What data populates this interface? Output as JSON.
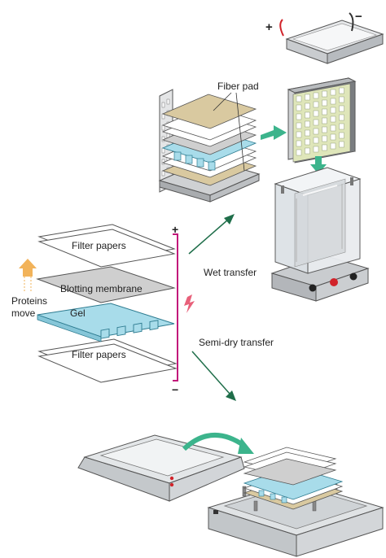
{
  "labels": {
    "fiber_pad": "Fiber pad",
    "filter_papers_top": "Filter papers",
    "blotting_membrane": "Blotting membrane",
    "gel": "Gel",
    "filter_papers_bottom": "Filter papers",
    "proteins_line1": "Proteins",
    "proteins_line2": "move",
    "wet_transfer": "Wet transfer",
    "semi_dry_transfer": "Semi-dry transfer",
    "plus_main": "+",
    "minus_main": "−",
    "plus_tray": "+",
    "minus_tray": "−"
  },
  "colors": {
    "arrow_green": "#1f6e4a",
    "teal_arrow": "#3cb48c",
    "gel_blue": "#a8dcea",
    "membrane_gray": "#cfcfcf",
    "fiber_tan": "#d9c9a0",
    "electrode_magenta": "#c2187a",
    "plus_red": "#d1232a",
    "protein_arrow": "#f2b35a",
    "apparatus_gray": "#d8dadc"
  }
}
